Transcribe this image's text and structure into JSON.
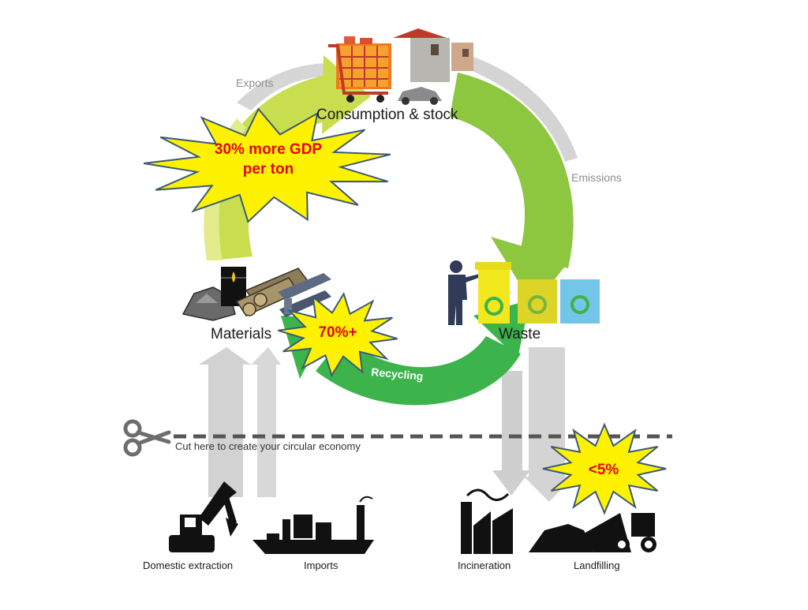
{
  "nodes": {
    "consumption": "Consumption & stock",
    "materials": "Materials",
    "waste": "Waste"
  },
  "flows": {
    "exports": "Exports",
    "emissions": "Emissions",
    "recycling": "Recycling",
    "cut_line": "Cut here to create your circular economy"
  },
  "bursts": {
    "gdp_line1": "30% more GDP",
    "gdp_line2": "per ton",
    "recycling_rate": "70%+",
    "landfill_rate": "<5%"
  },
  "sources_sinks": {
    "domestic_extraction": "Domestic extraction",
    "imports": "Imports",
    "incineration": "Incineration",
    "landfilling": "Landfilling"
  },
  "colors": {
    "burst_fill": "#fff200",
    "burst_stroke": "#3a5a78",
    "burst_text": "#e0070b",
    "arc_light": "#c6dc4a",
    "arc_mid": "#8cc63e",
    "arc_dark": "#3cb24a",
    "gray_flow": "#d0d0d0"
  },
  "icons": [
    "shopping-cart-icon",
    "house-icon",
    "car-icon",
    "oil-barrel-icon",
    "logs-icon",
    "steel-beam-icon",
    "rubble-icon",
    "person-icon",
    "recycling-bin-icon",
    "scissors-icon",
    "excavator-icon",
    "cargo-ship-icon",
    "factory-icon",
    "bulldozer-icon"
  ]
}
